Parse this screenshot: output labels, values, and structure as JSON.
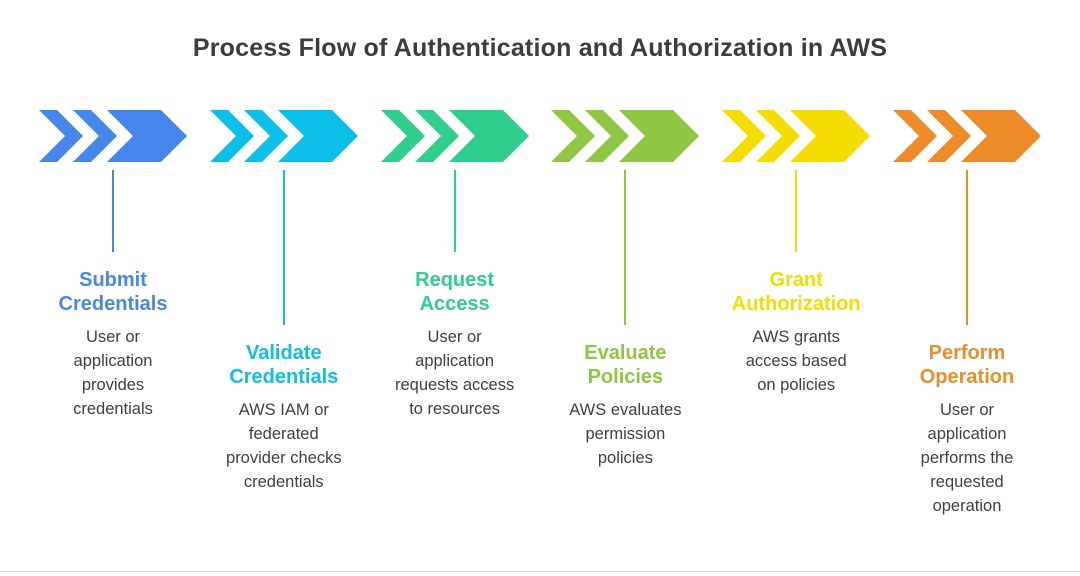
{
  "page": {
    "title": "Process Flow of Authentication and Authorization in AWS"
  },
  "colors": {
    "heading_text": "#3c3c3c",
    "description_text": "#404040",
    "divider": "#dcdcdc"
  },
  "steps": [
    {
      "title": "Submit Credentials",
      "description": "User or application provides credentials",
      "color": "#4687EB",
      "position": "high",
      "icon": "chevron-arrow-icon"
    },
    {
      "title": "Validate Credentials",
      "description": "AWS IAM or federated provider checks credentials",
      "color": "#0CBFE9",
      "position": "low",
      "icon": "chevron-arrow-icon"
    },
    {
      "title": "Request Access",
      "description": "User or application requests access to resources",
      "color": "#30CE8C",
      "position": "high",
      "icon": "chevron-arrow-icon"
    },
    {
      "title": "Evaluate Policies",
      "description": "AWS evaluates permission policies",
      "color": "#8FC742",
      "position": "low",
      "icon": "chevron-arrow-icon"
    },
    {
      "title": "Grant Authorization",
      "description": "AWS grants access based on policies",
      "color": "#F5DD00",
      "position": "high",
      "icon": "chevron-arrow-icon"
    },
    {
      "title": "Perform Operation",
      "description": "User or application performs the requested operation",
      "color": "#EE8C2A",
      "position": "low",
      "icon": "chevron-arrow-icon"
    }
  ]
}
